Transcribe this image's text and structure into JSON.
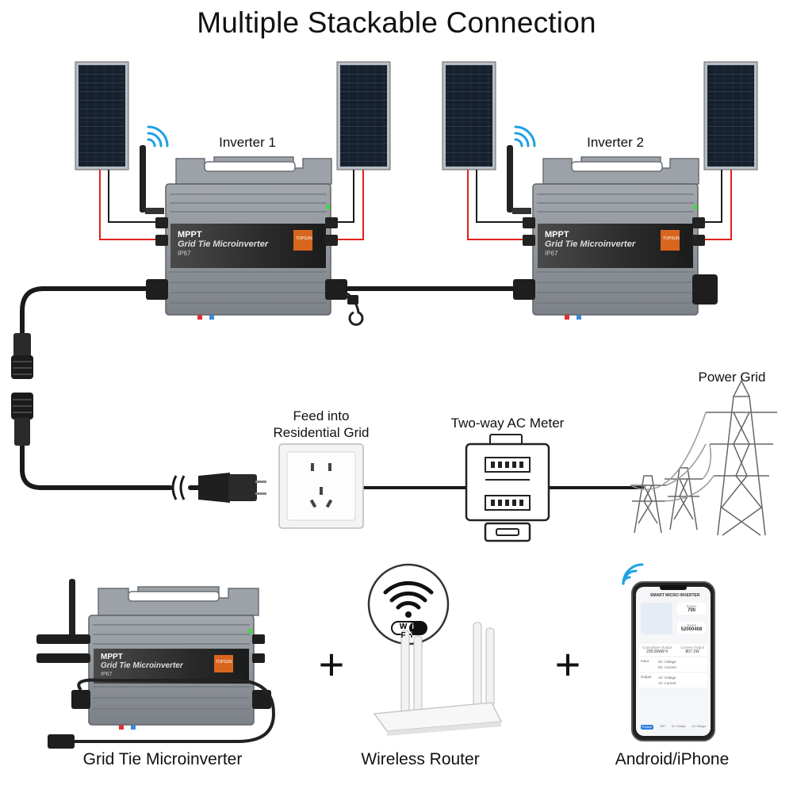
{
  "title": "Multiple Stackable Connection",
  "labels": {
    "inverter_1": "Inverter 1",
    "inverter_2": "Inverter 2",
    "power_grid": "Power Grid",
    "feed_line1": "Feed into",
    "feed_line2": "Residential Grid",
    "meter": "Two-way AC Meter"
  },
  "inverter_faceplate": {
    "line1": "MPPT",
    "line2": "Grid Tie Microinverter",
    "line3": "IP67",
    "brand": "TOPSUN"
  },
  "bottom": {
    "microinverter": "Grid Tie Microinverter",
    "router": "Wireless Router",
    "phone": "Android/iPhone",
    "plus": "+"
  },
  "wifi_badge": "Wi Fi",
  "phone_screen": {
    "header": "SMART MICRO INVERTER",
    "value_a_label": "Power",
    "value_a": "700",
    "value_b_label": "Serial",
    "value_b": "52000408",
    "stat1_label": "Cumulative Output",
    "stat1_value": "230.92kW·h",
    "stat2_label": "Current Output",
    "stat2_value": "807.1W",
    "rows": [
      "DC Voltage",
      "DC Current",
      "AC Voltage",
      "AC Current"
    ],
    "side": [
      "Input",
      "Output"
    ],
    "tabs": [
      "Product",
      "WiFi",
      "DC Voltage",
      "AC Voltage"
    ]
  },
  "colors": {
    "wire_red": "#e0211d",
    "wire_black": "#1a1a1a",
    "inverter_body": "#8a8f95",
    "panel_cell": "#1c2a3a"
  }
}
